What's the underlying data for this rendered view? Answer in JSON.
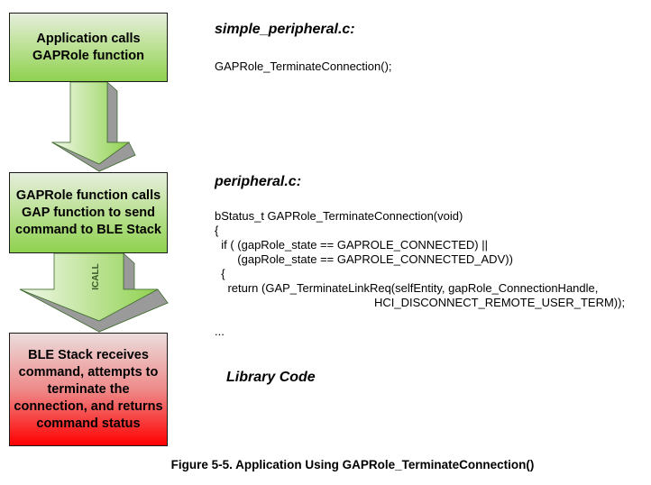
{
  "flow": {
    "steps": [
      {
        "label": "Application calls GAPRole function",
        "color": "#8fd14f"
      },
      {
        "label": "GAPRole function calls GAP function to send command to BLE Stack",
        "color": "#8fd14f"
      },
      {
        "label": "BLE Stack receives command, attempts to terminate the connection, and returns command status",
        "color": "#ff0000"
      }
    ],
    "arrow_label": "ICALL"
  },
  "code": {
    "file1": {
      "name": "simple_peripheral.c:",
      "lines": "GAPRole_TerminateConnection();"
    },
    "file2": {
      "name": "peripheral.c:",
      "lines": "bStatus_t GAPRole_TerminateConnection(void)\n{\n  if ( (gapRole_state == GAPROLE_CONNECTED) ||\n       (gapRole_state == GAPROLE_CONNECTED_ADV))\n  {\n    return (GAP_TerminateLinkReq(selfEntity, gapRole_ConnectionHandle,\n                                                 HCI_DISCONNECT_REMOTE_USER_TERM));\n\n..."
    },
    "library_label": "Library Code"
  },
  "caption": "Figure 5-5. Application Using GAPRole_TerminateConnection()"
}
